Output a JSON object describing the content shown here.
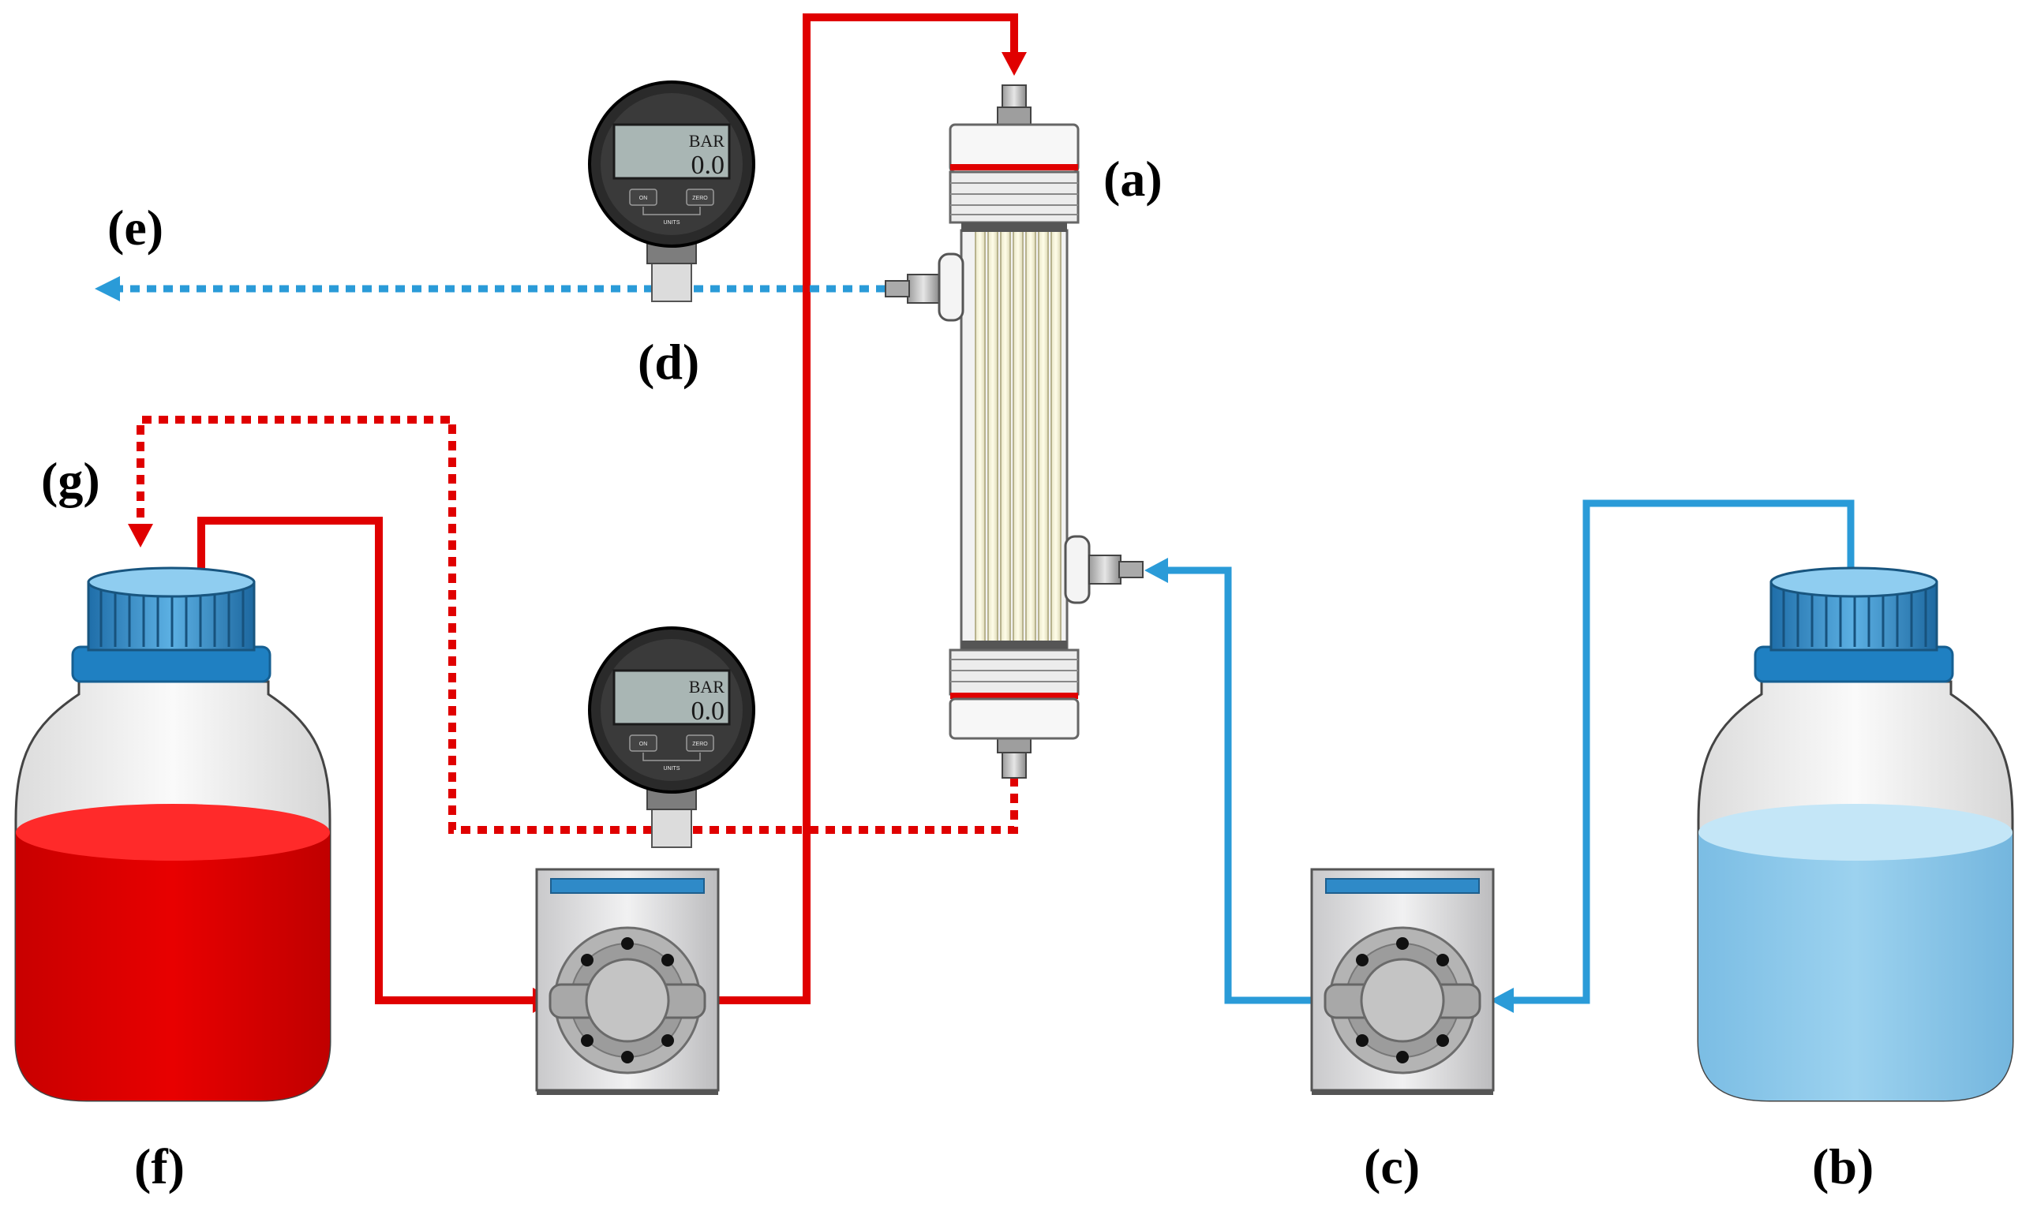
{
  "labels": {
    "a": "(a)",
    "b": "(b)",
    "c": "(c)",
    "d": "(d)",
    "e": "(e)",
    "f": "(f)",
    "g": "(g)"
  },
  "gauges": [
    {
      "unit": "BAR",
      "reading": "0.0",
      "btn_left": "ON",
      "btn_right": "ZERO",
      "base": "UNITS"
    },
    {
      "unit": "BAR",
      "reading": "0.0",
      "btn_left": "ON",
      "btn_right": "ZERO",
      "base": "UNITS"
    }
  ],
  "colors": {
    "red_line": "#e00000",
    "blue_line": "#2a9bd8",
    "red_liquid": "#e30000",
    "blue_liquid": "#8ec9ea",
    "cap_blue": "#2f8ac8"
  }
}
